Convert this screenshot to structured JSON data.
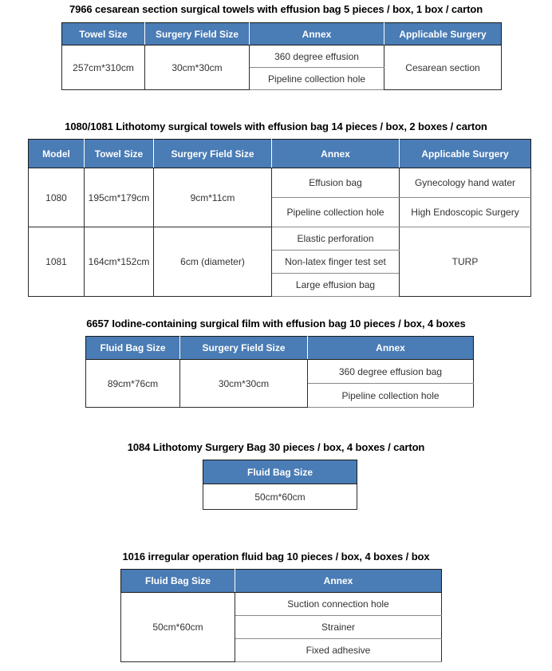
{
  "theme": {
    "header_blue": "#4a7cb5",
    "border_dark": "#2b2b2b",
    "text_body": "#333333",
    "title_color": "#000000"
  },
  "sections": [
    {
      "id": "7966",
      "title": "7966 cesarean section surgical towels with effusion bag 5 pieces / box, 1 box / carton",
      "headers": [
        "Towel Size",
        "Surgery Field Size",
        "Annex",
        "Applicable Surgery"
      ],
      "towel_size": "257cm*310cm",
      "surgery_field_size": "30cm*30cm",
      "annex": [
        "360 degree effusion",
        "Pipeline collection hole"
      ],
      "applicable_surgery": "Cesarean section"
    },
    {
      "id": "1080-1081",
      "title": "1080/1081 Lithotomy surgical towels with effusion bag 14 pieces / box, 2 boxes / carton",
      "headers": [
        "Model",
        "Towel Size",
        "Surgery Field Size",
        "Annex",
        "Applicable Surgery"
      ],
      "rows": [
        {
          "model": "1080",
          "towel_size": "195cm*179cm",
          "surgery_field_size": "9cm*11cm",
          "annex": [
            "Effusion bag",
            "Pipeline collection hole"
          ],
          "applicable_surgery": [
            "Gynecology hand water",
            "High Endoscopic Surgery"
          ]
        },
        {
          "model": "1081",
          "towel_size": "164cm*152cm",
          "surgery_field_size": "6cm (diameter)",
          "annex": [
            "Elastic perforation",
            "Non-latex finger test set",
            "Large effusion bag"
          ],
          "applicable_surgery": [
            "TURP"
          ]
        }
      ]
    },
    {
      "id": "6657",
      "title": "6657 Iodine-containing surgical film with effusion bag 10 pieces / box, 4 boxes",
      "headers": [
        "Fluid Bag Size",
        "Surgery Field Size",
        "Annex"
      ],
      "fluid_bag_size": "89cm*76cm",
      "surgery_field_size": "30cm*30cm",
      "annex": [
        "360 degree effusion bag",
        "Pipeline collection hole"
      ]
    },
    {
      "id": "1084",
      "title": "1084 Lithotomy Surgery Bag 30 pieces / box, 4 boxes / carton",
      "headers": [
        "Fluid Bag Size"
      ],
      "fluid_bag_size": "50cm*60cm"
    },
    {
      "id": "1016",
      "title": "1016 irregular operation fluid bag 10 pieces / box, 4 boxes / box",
      "headers": [
        "Fluid Bag Size",
        "Annex"
      ],
      "fluid_bag_size": "50cm*60cm",
      "annex": [
        "Suction connection hole",
        "Strainer",
        "Fixed adhesive"
      ]
    }
  ]
}
